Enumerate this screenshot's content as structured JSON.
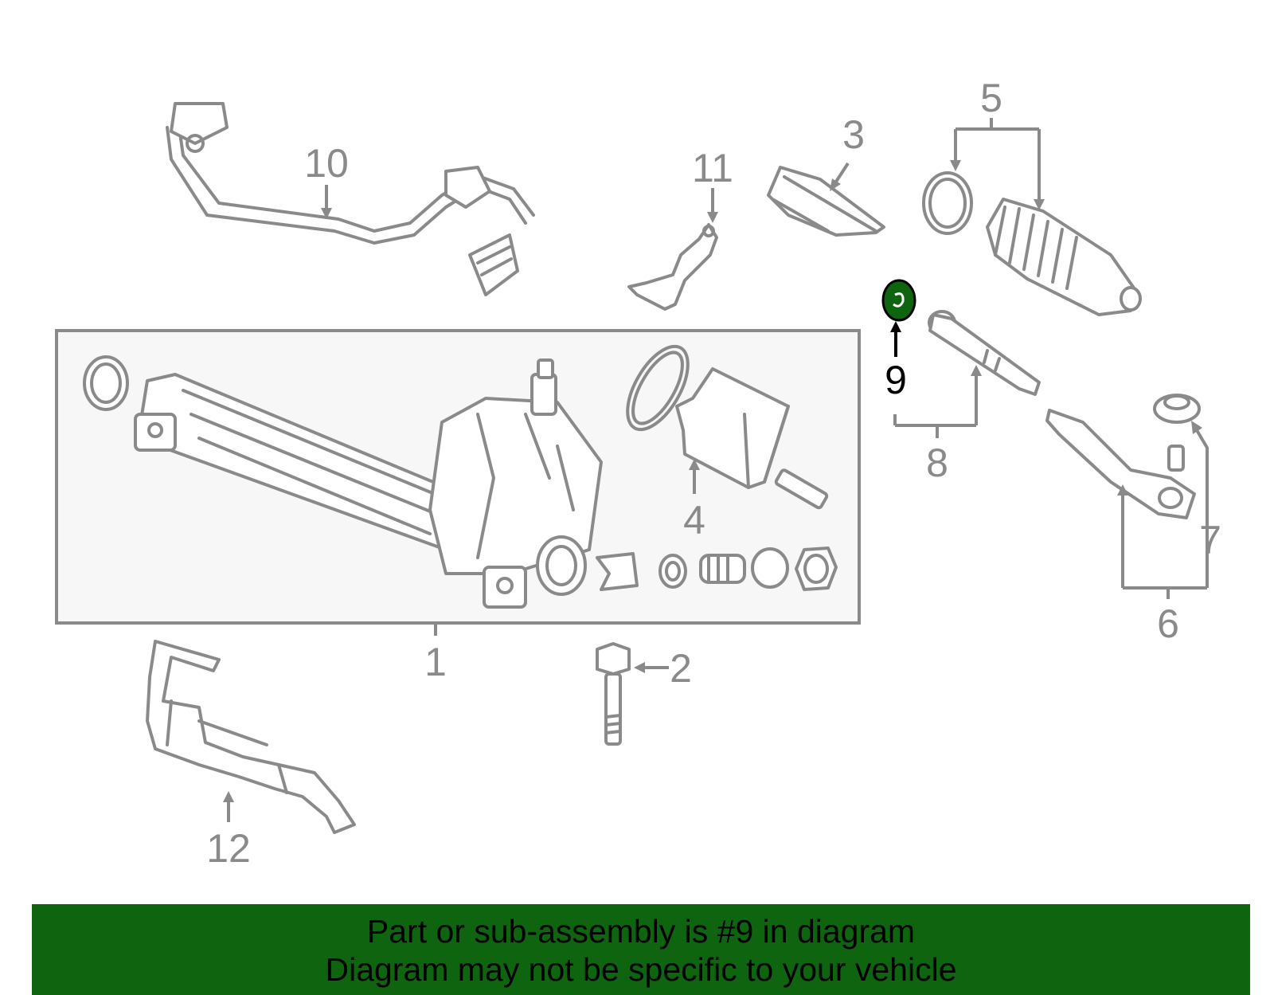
{
  "diagram": {
    "callouts": [
      "1",
      "2",
      "3",
      "4",
      "5",
      "6",
      "7",
      "8",
      "9",
      "10",
      "11",
      "12"
    ],
    "highlighted_part": "9",
    "line_color": "#8a8a8a",
    "highlight_color": "#0f6410"
  },
  "banner": {
    "line1": "Part or sub-assembly is #9 in diagram",
    "line2": "Diagram may not be specific to your vehicle",
    "background": "#0f6410"
  }
}
